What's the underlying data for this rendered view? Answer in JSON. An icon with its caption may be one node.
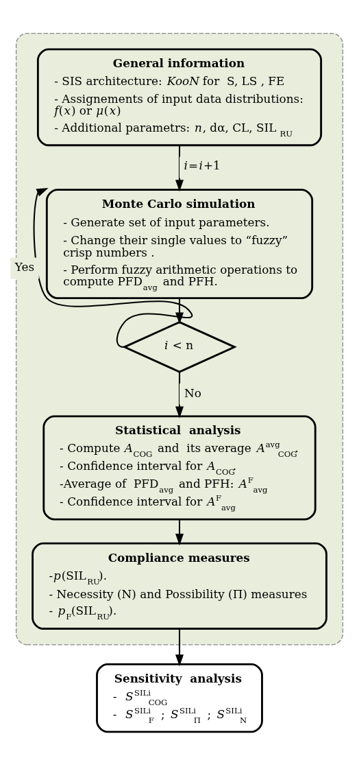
{
  "diagram": {
    "nodes": [
      {
        "text": [],
        "shape": "box"
      },
      {
        "text": [
          "General information",
          "- SIS architecture: *KooN* for  S, LS , FE",
          "- Assignements of input data distributions: *f*(*x*) or *μ*(*x*)",
          "- Additional parametrs: *n*, dα, CL, SIL$_{RU}$"
        ],
        "in": 0
      },
      {
        "text": [
          "Monte Carlo simulation",
          "- Generate set of input parameters.",
          "- Change their single values to “fuzzy” crisp numbers .",
          "- Perform fuzzy arithmetic operations to compute PFD$_{avg}$ and PFH."
        ],
        "in": 0
      },
      {
        "text": [
          "*i* < n"
        ],
        "in": 0
      },
      {
        "text": [
          "Statistical  analysis",
          "- Compute *A*$_{COG}$ and  its average *A*$^{avg}$$_{COG}$.",
          "- Confidence interval for *A*$_{COG}$.",
          "-Average of  PFD$_{avg}$ and PFH: *A*$^{F}$$_{avg}$",
          "- Confidence interval for *A*$^{F}$$_{avg}$"
        ],
        "in": 0
      },
      {
        "text": [
          "Compliance measures",
          "-*p*(SIL$_{RU}$).",
          "- Necessity (N) and Possibility (Π) measures",
          "- *p*$_{F}$(SIL$_{RU}$)."
        ],
        "in": 0
      },
      {
        "text": [
          "Sensitivity  analysis",
          "-  *S*$^{SILi}$$_{COG}$",
          "-  *S*$^{SILi}$$_{F}$ ; *S*$^{SILi}$$_{Π}$ ; *S*$^{SILi}$$_{N}$"
        ]
      }
    ],
    "edges": [
      {
        "from": 1,
        "to": 2,
        "arrow": "to",
        "label": "*i*=*i*+1"
      },
      {
        "from": 2,
        "to": 3,
        "arrow": "to"
      },
      {
        "from": 3,
        "to": 2,
        "arrow": "to",
        "label": "Yes"
      },
      {
        "from": 3,
        "to": 4,
        "arrow": "to",
        "label": "No"
      },
      {
        "from": 4,
        "to": 5,
        "arrow": "to"
      },
      {
        "from": 5,
        "to": 6,
        "arrow": "to"
      }
    ]
  }
}
